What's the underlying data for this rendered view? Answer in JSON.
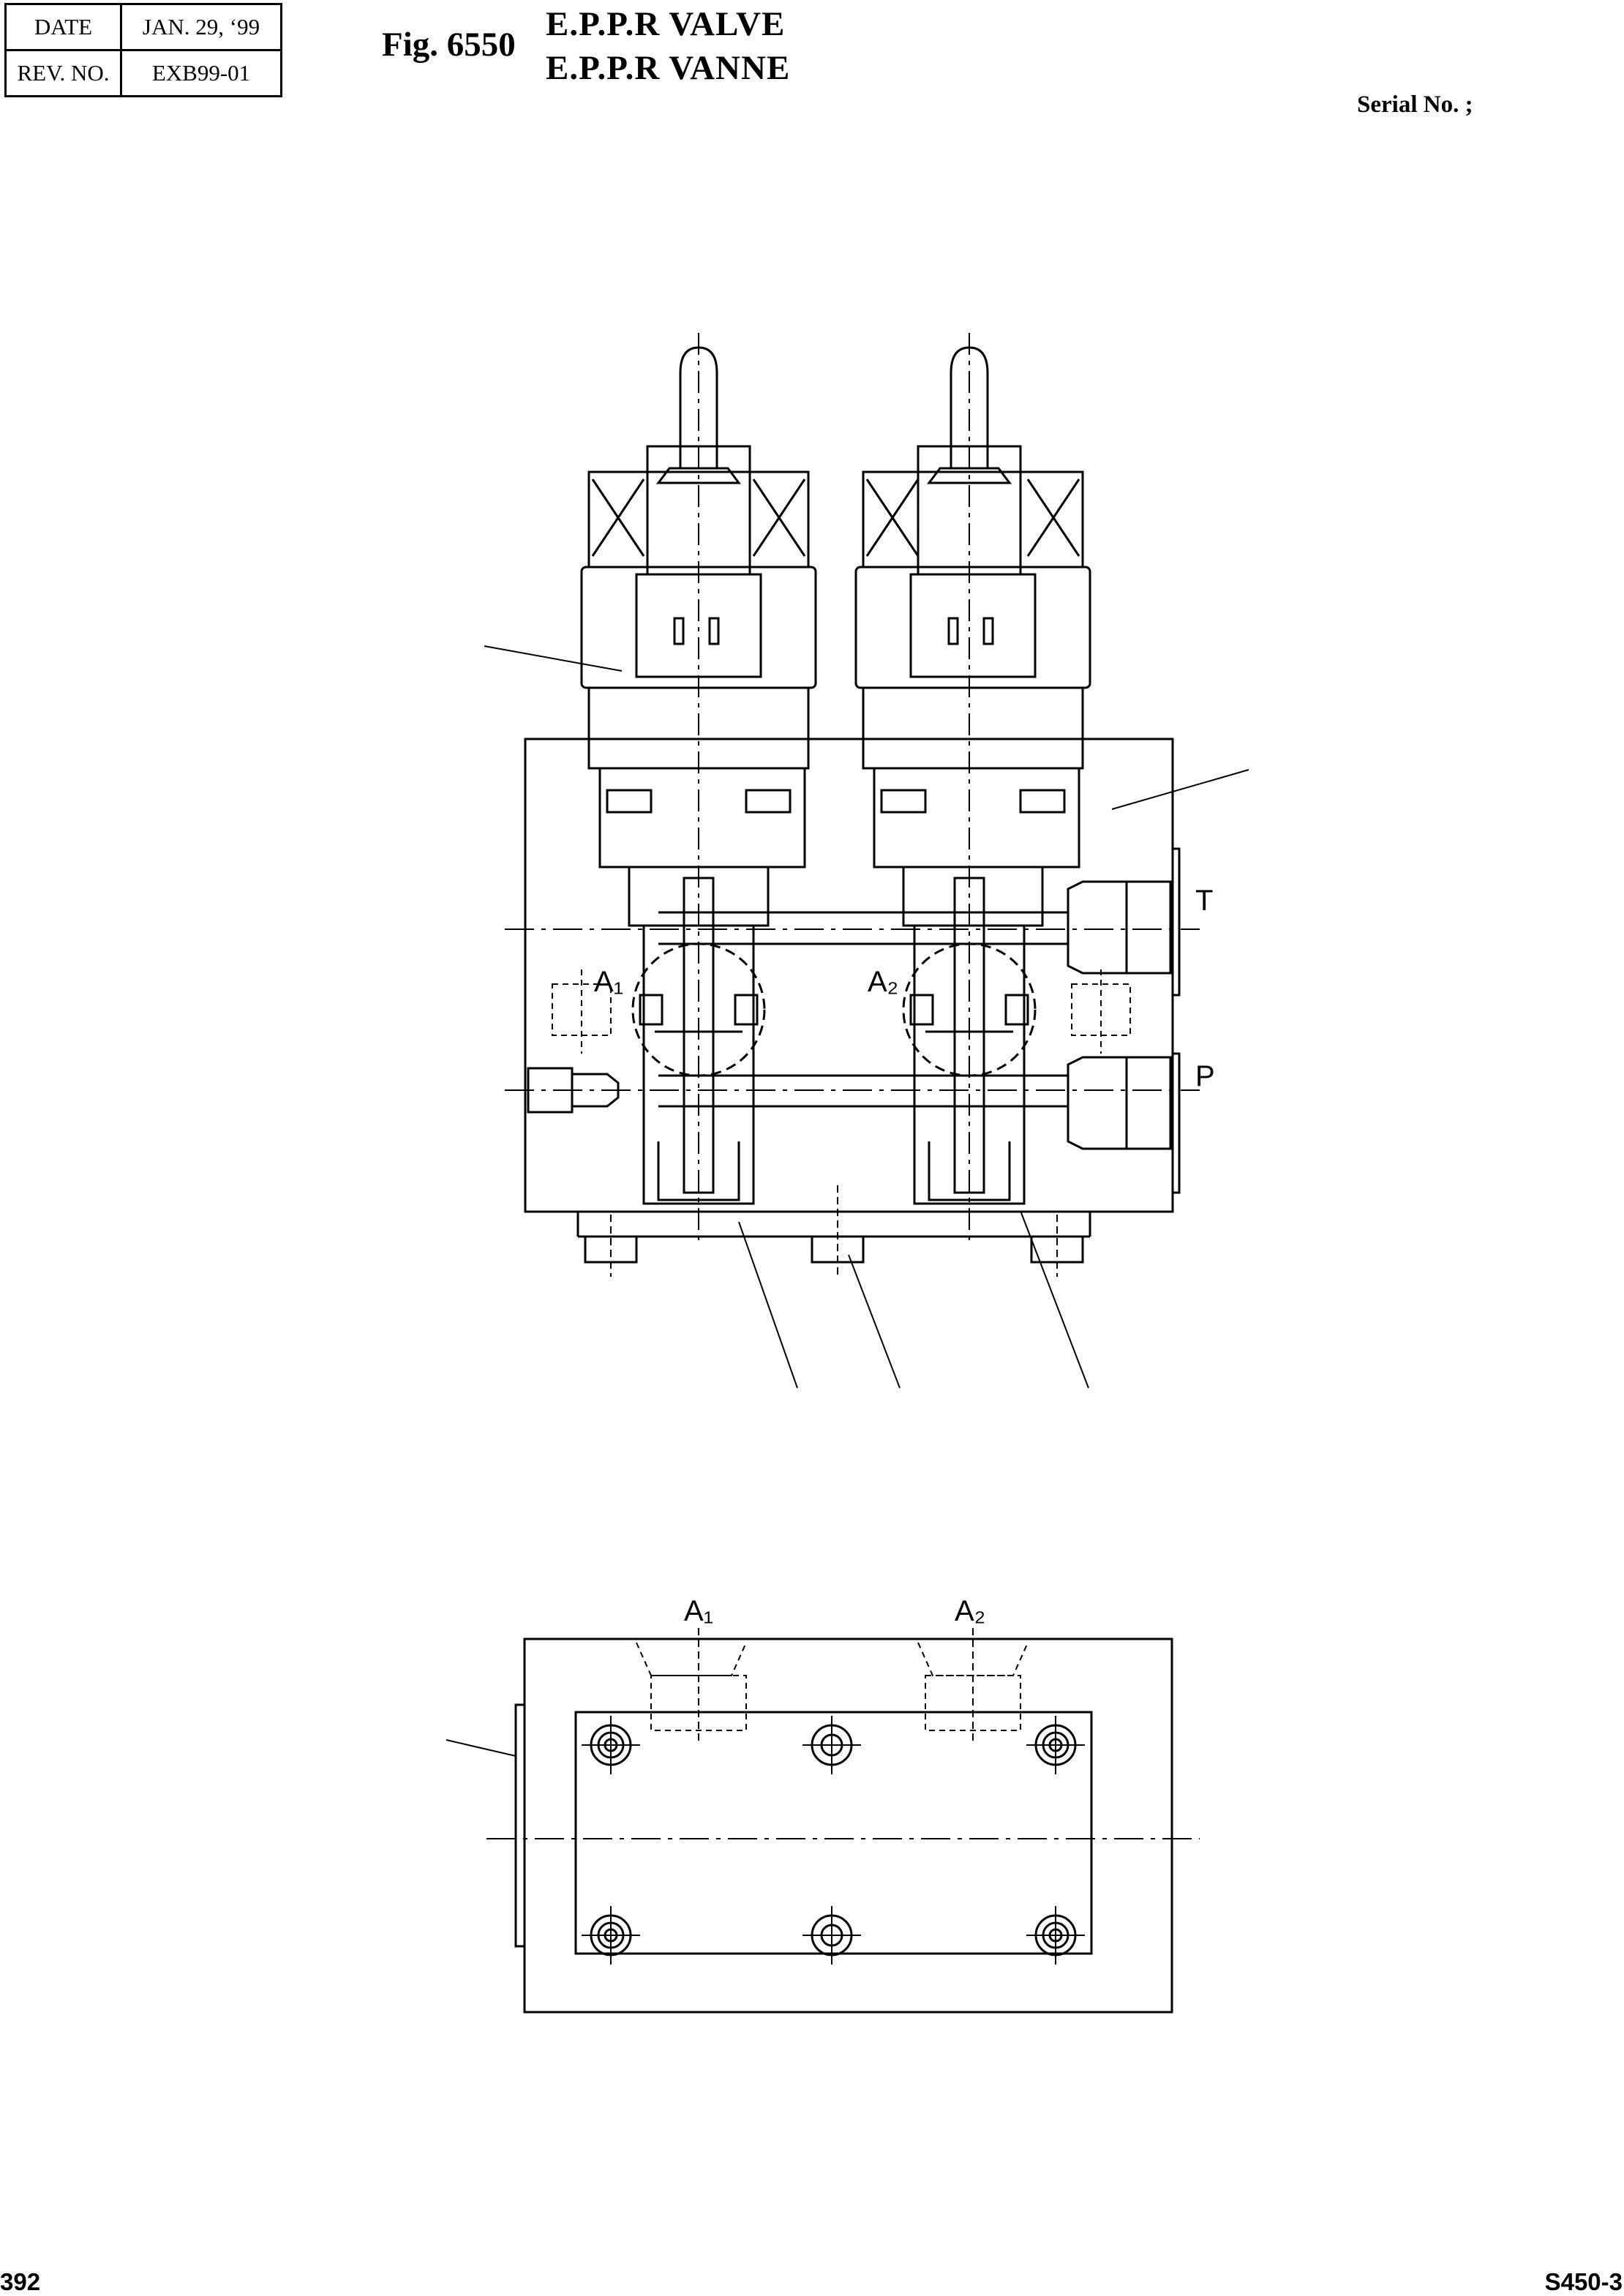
{
  "header": {
    "date_label": "DATE",
    "date_value": "JAN. 29, ‘99",
    "rev_label": "REV. NO.",
    "rev_value": "EXB99-01"
  },
  "figure": {
    "number": "Fig. 6550",
    "title_en": "E.P.P.R VALVE",
    "title_fr": "E.P.P.R VANNE"
  },
  "serial_label": "Serial No. ;",
  "drawing_labels": {
    "port_t": "T",
    "port_p": "P",
    "port_a1": "A₁",
    "port_a2": "A₂"
  },
  "footer": {
    "page_number": "392",
    "model": "S450-3"
  }
}
